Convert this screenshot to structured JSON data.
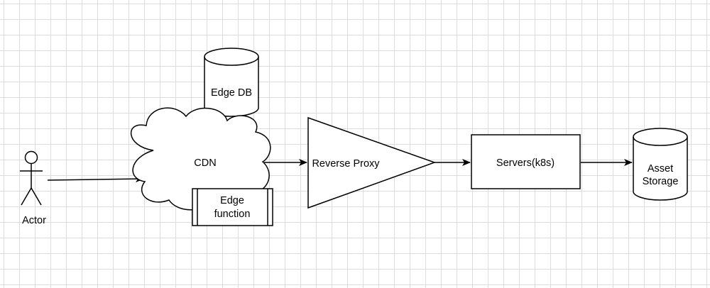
{
  "diagram": {
    "nodes": {
      "actor": {
        "label": "Actor",
        "shape": "stick-figure"
      },
      "edge_db": {
        "label": "Edge DB",
        "shape": "cylinder"
      },
      "cdn": {
        "label": "CDN",
        "shape": "cloud"
      },
      "edge_function": {
        "label_line1": "Edge",
        "label_line2": "function",
        "shape": "process"
      },
      "reverse_proxy": {
        "label": "Reverse Proxy",
        "shape": "triangle"
      },
      "servers": {
        "label": "Servers(k8s)",
        "shape": "rectangle"
      },
      "asset_storage": {
        "label_line1": "Asset",
        "label_line2": "Storage",
        "shape": "cylinder"
      }
    },
    "edges": [
      {
        "from": "actor",
        "to": "cdn"
      },
      {
        "from": "cdn",
        "to": "reverse_proxy"
      },
      {
        "from": "reverse_proxy",
        "to": "servers"
      },
      {
        "from": "servers",
        "to": "asset_storage"
      }
    ],
    "colors": {
      "background": "#ffffff",
      "grid": "#dcdcdc",
      "stroke": "#000000"
    }
  }
}
